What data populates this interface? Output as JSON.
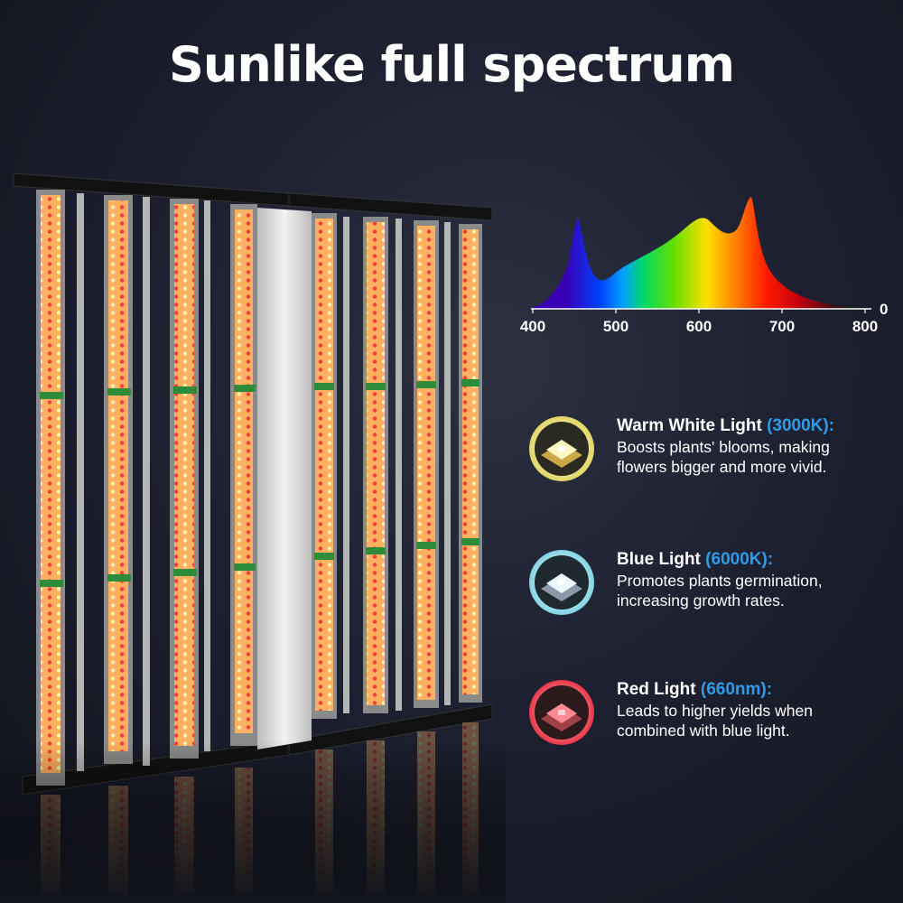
{
  "title": "Sunlike full spectrum",
  "spectrum": {
    "x_ticks": [
      "400",
      "500",
      "600",
      "700",
      "800"
    ],
    "y_zero": "0"
  },
  "features": [
    {
      "name": "Warm White Light",
      "value": "(3000K):",
      "desc_line1": "Boosts plants' blooms, making",
      "desc_line2": "flowers bigger and more vivid.",
      "glow_color": "#f4e86a",
      "icon": "led-chip-warm-white-icon"
    },
    {
      "name": "Blue Light",
      "value": "(6000K):",
      "desc_line1": "Promotes plants germination,",
      "desc_line2": "increasing growth rates.",
      "glow_color": "#8fe6f5",
      "icon": "led-chip-blue-icon"
    },
    {
      "name": "Red Light",
      "value": "(660nm):",
      "desc_line1": "Leads to higher yields when",
      "desc_line2": "combined with blue light.",
      "glow_color": "#ff3a4a",
      "icon": "led-chip-red-icon"
    }
  ]
}
